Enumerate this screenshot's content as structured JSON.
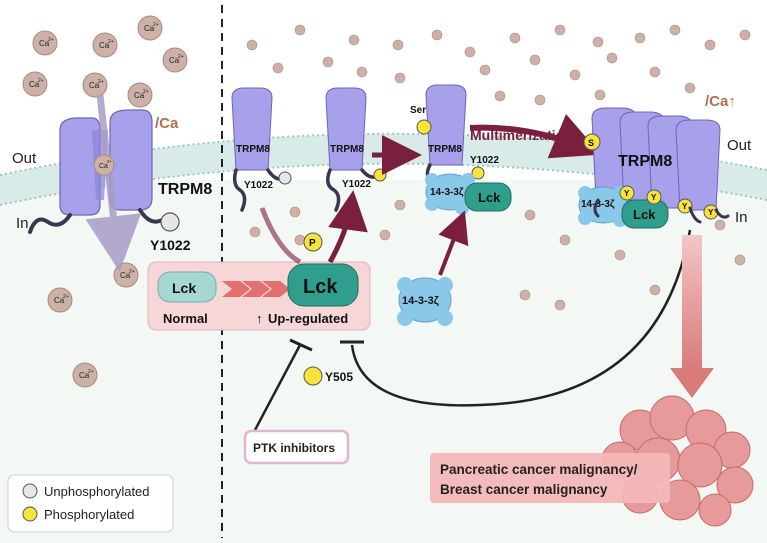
{
  "ion_label": "Ca",
  "ion_charge": "2+",
  "membrane": {
    "out_label": "Out",
    "in_label": "In"
  },
  "left_panel": {
    "channel_label": "TRPM8",
    "site_label": "Y1022",
    "ca_flux_label": "/Ca"
  },
  "right_panel": {
    "channel_label": "TRPM8",
    "site_label": "Y1022",
    "ser_label": "Ser",
    "s_label": "S",
    "y_label": "Y",
    "p_label": "P",
    "adaptor_label": "14-3-3ζ",
    "adaptor_mirrored_label": "14-3-3ζ",
    "kinase_label": "Lck",
    "multimerization_label": "Multimerization",
    "ca_up_label": "/Ca↑",
    "lck_normal_label": "Normal",
    "lck_upregulated_label": "Up-regulated",
    "upregulated_arrow": "↑",
    "y505_label": "Y505",
    "inhibitor_label": "PTK inhibitors",
    "outcome_line1": "Pancreatic cancer malignancy/",
    "outcome_line2": "Breast cancer malignancy"
  },
  "legend": [
    {
      "label": "Unphosphorylated",
      "color": "#e6e6e6"
    },
    {
      "label": "Phosphorylated",
      "color": "#f7e43a"
    }
  ],
  "colors": {
    "channel": "#a7a0ea",
    "channel_stroke": "#6f63b8",
    "membrane": "#d9ebe9",
    "ion": "#cdb0a6",
    "lck_upregulated": "#2f9e8d",
    "lck_normal": "#a6d8d2",
    "adaptor": "#8ac8ea",
    "arrow_maroon": "#7a1f3d",
    "phospho": "#f7e43a",
    "outcome_box": "#f2b7b7",
    "tumor": "#e79a9a"
  }
}
